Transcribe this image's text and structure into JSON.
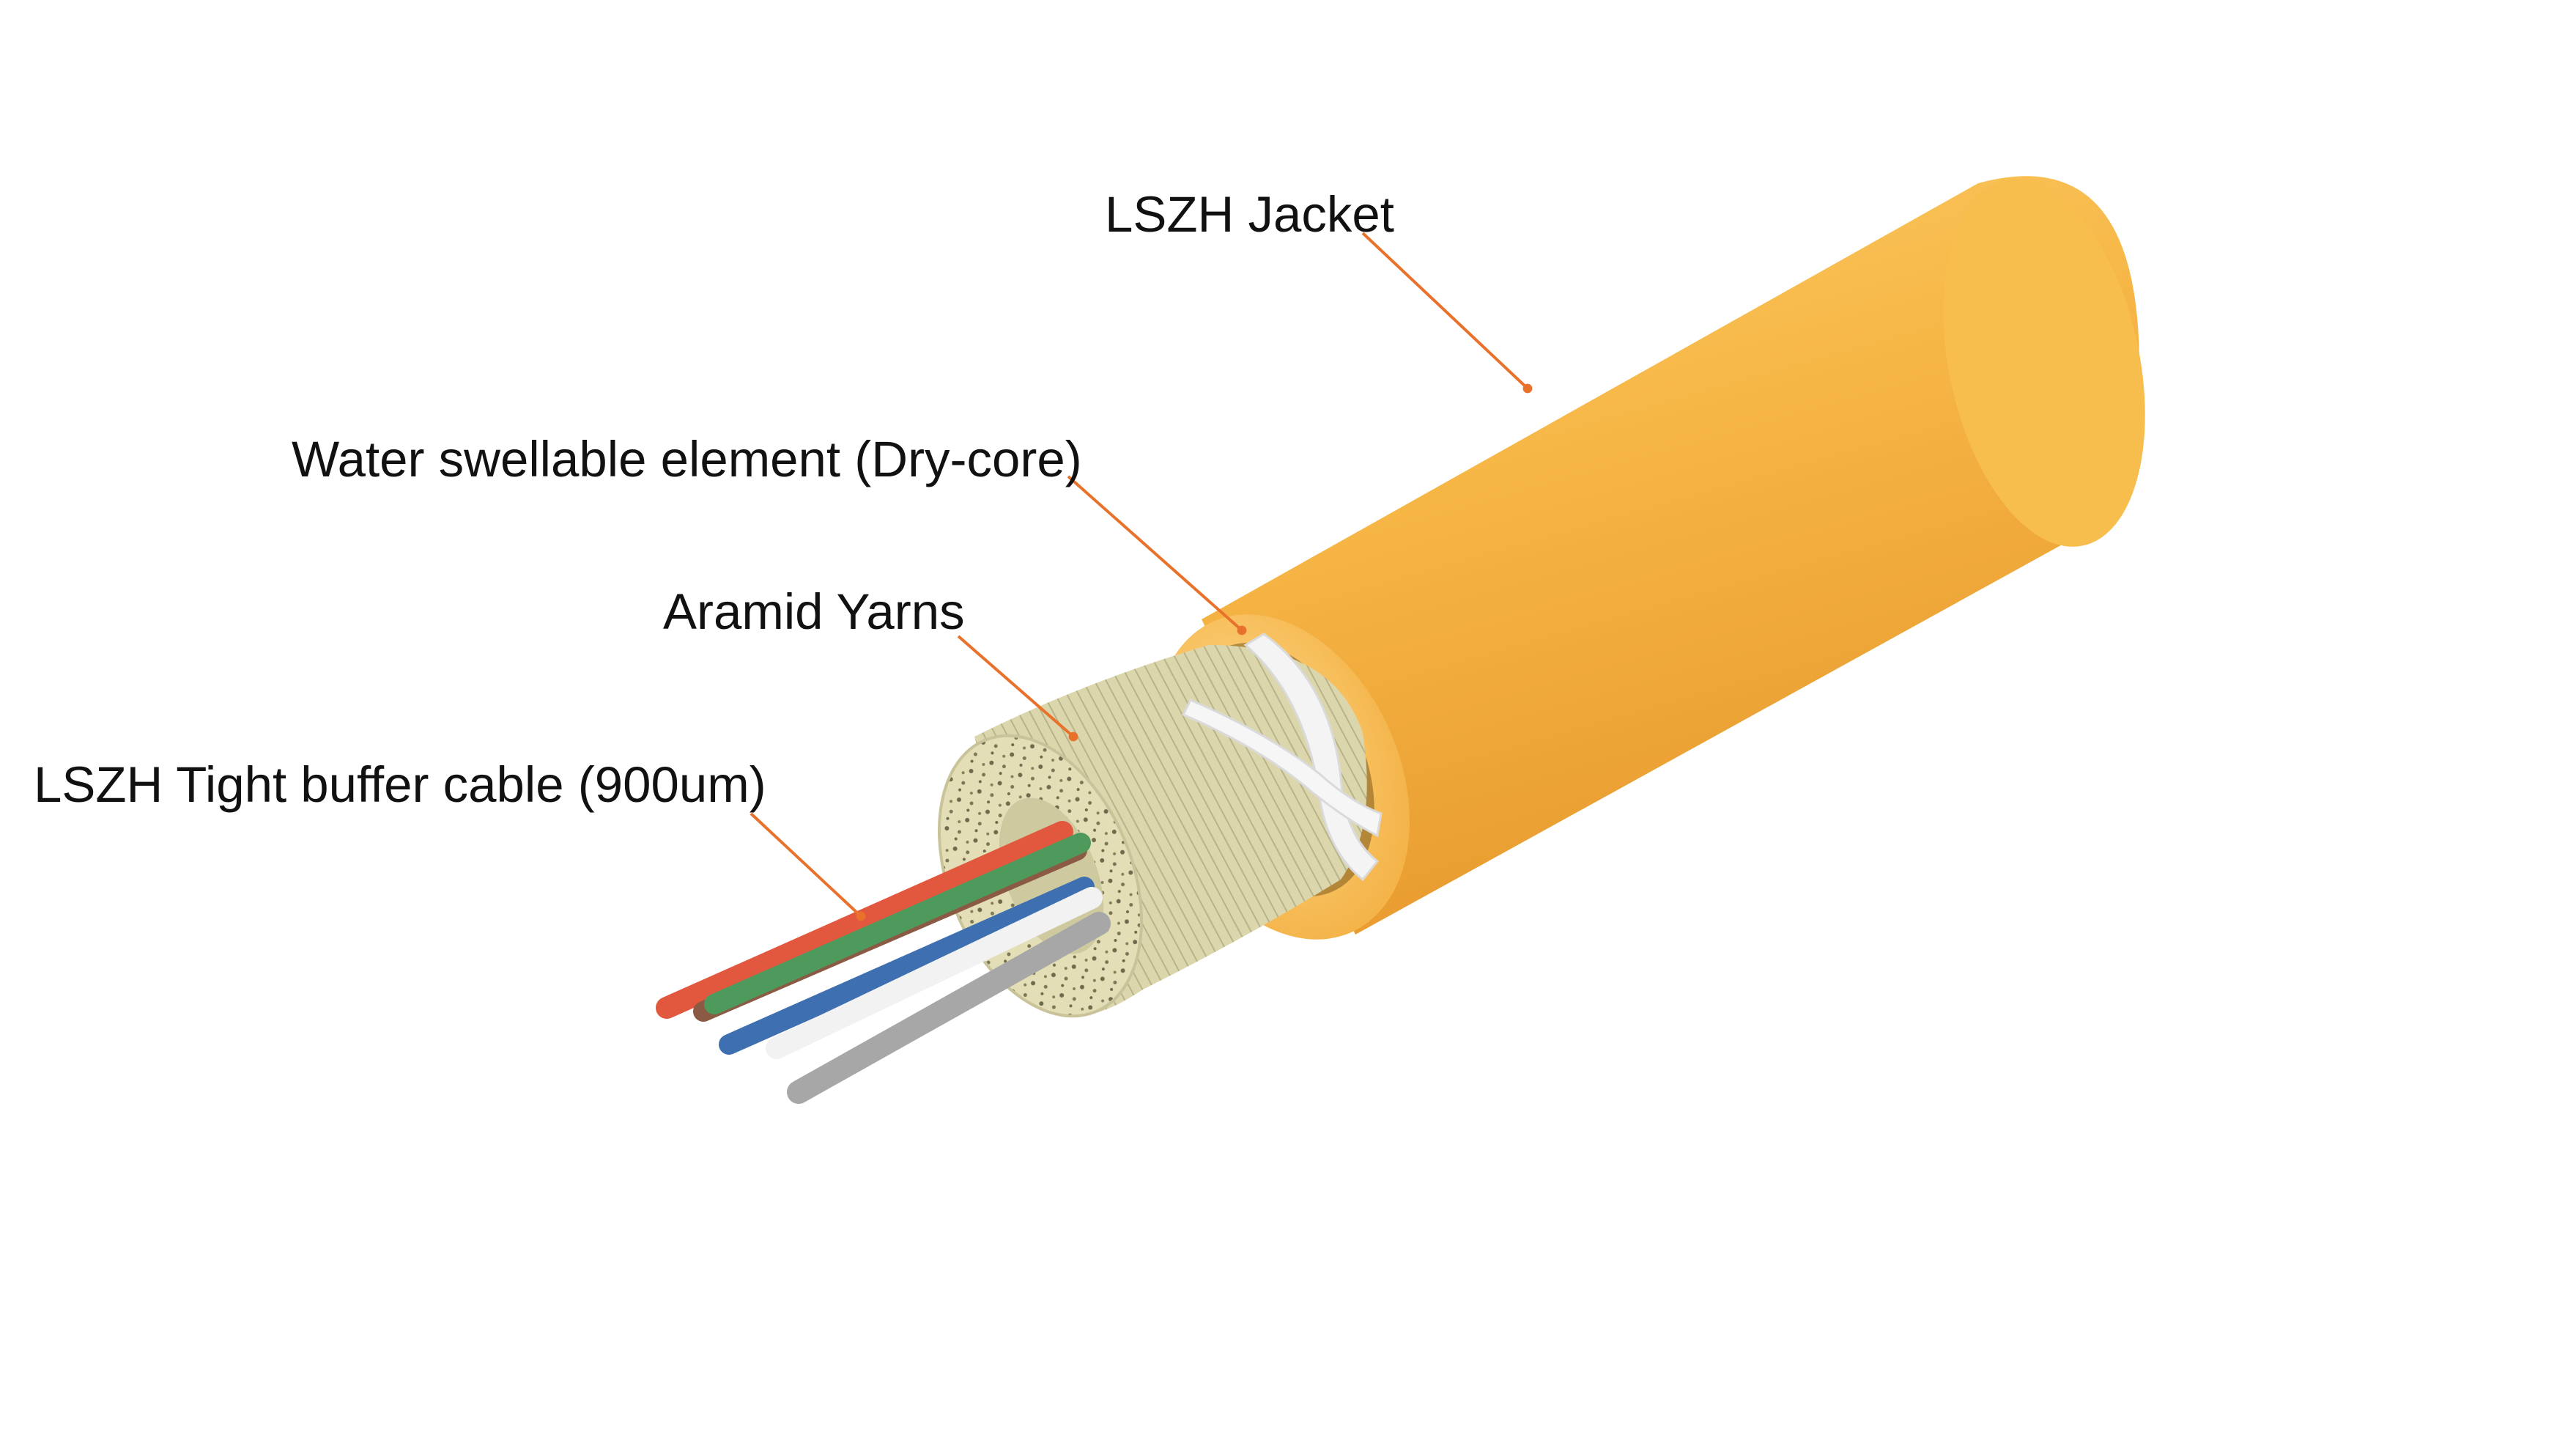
{
  "labels": {
    "jacket": "LSZH Jacket",
    "water_swellable": "Water swellable element (Dry-core)",
    "aramid": "Aramid Yarns",
    "tight_buffer": "LSZH Tight buffer cable (900um)"
  },
  "colors": {
    "jacket": "#F5B441",
    "jacket_highlight": "#FDD27A",
    "jacket_shadow": "#D8912A",
    "aramid": "#D9D4A8",
    "water_tape": "#F4F4F4",
    "leader_line": "#E8722C",
    "fiber_red": "#E2583F",
    "fiber_brown": "#8A5A44",
    "fiber_green": "#4E9A5C",
    "fiber_blue": "#3E6FB0",
    "fiber_white": "#F2F2F2",
    "fiber_grey": "#A7A7A7"
  }
}
